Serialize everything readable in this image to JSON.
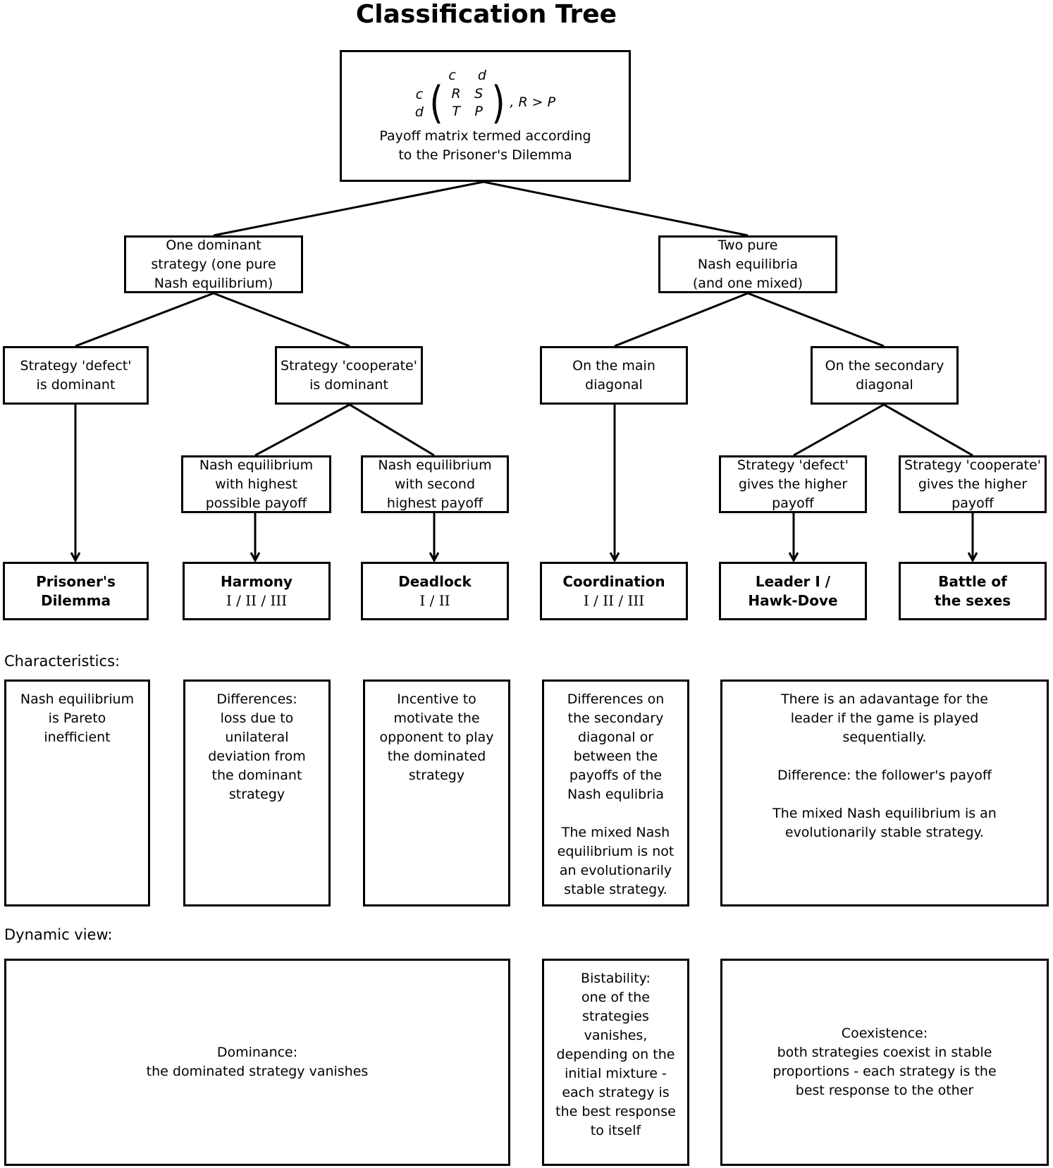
{
  "title": "Classification Tree",
  "root": {
    "row_labels": [
      "c",
      "d"
    ],
    "col_labels": [
      "c",
      "d"
    ],
    "matrix": [
      [
        "R",
        "S"
      ],
      [
        "T",
        "P"
      ]
    ],
    "condition": ", R > P",
    "caption": "Payoff matrix termed according\nto the Prisoner's Dilemma"
  },
  "level1": {
    "one_dominant": "One dominant\nstrategy (one pure\nNash equilibrium)",
    "two_pure": "Two pure\nNash equilibria\n(and one mixed)"
  },
  "level2": {
    "defect_dominant": "Strategy 'defect'\nis dominant",
    "cooperate_dominant": "Strategy 'cooperate'\nis dominant",
    "main_diagonal": "On the main\ndiagonal",
    "secondary_diagonal": "On the secondary\ndiagonal"
  },
  "level3": {
    "highest_payoff": "Nash equilibrium\nwith highest\npossible payoff",
    "second_highest": "Nash equilibrium\nwith second\nhighest payoff",
    "defect_higher": "Strategy 'defect'\ngives the higher\npayoff",
    "cooperate_higher": "Strategy 'cooperate'\ngives the higher\npayoff"
  },
  "games": {
    "prisoners": {
      "name": "Prisoner's\nDilemma",
      "sub": ""
    },
    "harmony": {
      "name": "Harmony",
      "sub": "I / II / III"
    },
    "deadlock": {
      "name": "Deadlock",
      "sub": "I / II"
    },
    "coordination": {
      "name": "Coordination",
      "sub": "I / II / III"
    },
    "leader": {
      "name": "Leader I /\nHawk-Dove",
      "sub": ""
    },
    "battle": {
      "name": "Battle of\nthe sexes",
      "sub": ""
    }
  },
  "characteristics": {
    "heading": "Characteristics:",
    "prisoners": "Nash equilibrium\nis Pareto\ninefficient",
    "harmony": "Differences:\nloss due to\nunilateral\ndeviation from\nthe dominant\nstrategy",
    "deadlock": "Incentive to\nmotivate the\nopponent to play\nthe dominated\nstrategy",
    "coordination": "Differences on\nthe secondary\ndiagonal or\nbetween the\npayoffs of  the\nNash equlibria\n\nThe mixed Nash\nequilibrium is not\nan evolutionarily\nstable strategy.",
    "leader_battle": "There is an adavantage for the\nleader if the game is played\nsequentially.\n\nDifference: the follower's payoff\n\nThe mixed Nash equilibrium is an\nevolutionarily stable strategy."
  },
  "dynamic": {
    "heading": "Dynamic view:",
    "dominance": "Dominance:\nthe dominated strategy vanishes",
    "bistability": "Bistability:\none of the\nstrategies\nvanishes,\ndepending on the\ninitial mixture -\neach strategy is\nthe best response\nto itself",
    "coexistence": "Coexistence:\nboth strategies coexist in stable\nproportions - each strategy is the\nbest response to the other"
  }
}
